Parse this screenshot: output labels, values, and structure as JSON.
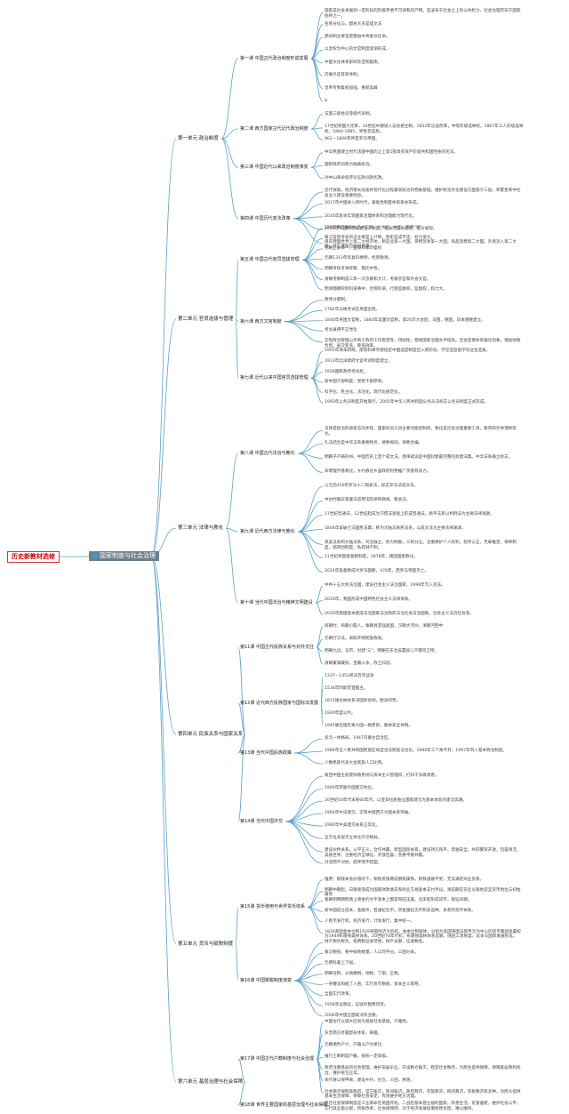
{
  "root": "历史新教材选修",
  "hub": "国家制度与社会治理",
  "units": [
    {
      "title": "第一单元 政治制度",
      "lessons": [
        {
          "title": "第一课 中国古代政治制度形成发展",
          "items": [
            "国家是社会发展到一定阶段的阶级矛盾不可调和的产物。是凌驾于社会之上的公共权力。社会治理贯穿于国家始终之一。",
            "名称分化与。郡县大夫是成文法",
            "郡县制主要官吏都由中央委派任命。",
            "以皇权为中心的文官制度逐渐形成。",
            "中国文化体系影响东亚和越南。",
            "内阁外廷等新体制。",
            "皇帝专制集权加强，重新高峰",
            "&"
          ]
        },
        {
          "title": "第二课 西方国家古代近代政治制度",
          "items": [
            "法国三级会议等级代表制。",
            "17世纪英国大宪章，14世纪中期进入议会君主制。1832年议会改革，中等阶级选举权。1867年工人阶级选举权。1884-1885，男性普选权。",
            "962—1806年神圣罗马帝国。"
          ]
        },
        {
          "title": "第三课 中国近代以来政治制度演变",
          "items": [
            "中华民国建立时代法国中国的之上第1部具有资产阶级共和国性质的宪法。",
            "国民政府训政为独裁统治。",
            "孙中山革命程序论证政训政宪政。"
          ]
        },
        {
          "title": "第四课 中国历代变法改革",
          "items": [
            "近代探索。经济增长加速并现代化过程最高统治的物质基础。维护统治文化建设方面基于三层。积累变革中社会主义建设重要经验。",
            "2017年中国进入新时代，基础性制度体系基本形成。",
            "2035年基本实现国家治理体系和治理能力现代化。",
            "2050年中国特色社会主义制度，更加巩固优越性，充分展现。",
            "目前我国世界上第二大经济体，制造业第一大国。货物贸易第一大国。商品消费第二大国。外资流入第二大国。外汇储备位居世界第一。"
          ]
        }
      ]
    },
    {
      "title": "第二单元 官员选拔与管理",
      "lessons": [
        {
          "title": "第五课 中国古代官员选拔管理",
          "items": [
            "220年曹丕推行九品中正制，大中正，中正，写评\"状\"",
            "秦汉官吏考核的法主要是上计制，到史是成不定，权力很大。",
            "元朝正录命一，监察和知识盛权",
            "元朝1313年恢复科举制，经到晚清。",
            "明朝考核考满考察，需比中等。",
            "清朝考察制度三年一次京察和大计，考察京官和外省文官。",
            "明清都察院和科道事中，合称科道，行使监察权，监督权，权力大。"
          ]
        },
        {
          "title": "第六课 西方文官制度",
          "items": [
            "政党分肥制。",
            "1782年马格考试在英国出现。",
            "1840年英国文官制，1883年美国文官制，第20次大会后，法国，德国，日本相继建立。",
            "考试录用平正党化",
            "实现政治管理公务到于政府工作稳定性，持续性，使进国家治理水平提高。且会官僚体系僵化现象，增加财政负担，层次变多，降低效率。"
          ]
        },
        {
          "title": "第七课 近代以来中国官员选拔管理",
          "items": [
            "1905年清末新政，废除科举学部指定中国选官制度迈入新阶段，学堂选官留学毕业生选拔。",
            "1913年北洋政府文官考试制度建立。",
            "1928国民政府考试权。",
            "新中国干部制度，党管干部原则。",
            "科学化，民主化，法治化，现代化规范化。",
            "1993年公务员制度开始施行，2005年中华人民共和国公务员法标志公务员制度正式形成。"
          ]
        }
      ]
    },
    {
      "title": "第三单元 法律与教化",
      "lessons": [
        {
          "title": "第八课 中国古代法治与教化",
          "items": [
            "法律是统治阶级意志的体现，国家统治工具主要功能控制权，教化是社会治理重要工具，教育和引导潜移默化。",
            "礼法结合是中华法系重要特点，德要规则。律教合编。",
            "明朝子产铸刑书，中国历史上首个成文法。唐律疏议是中国封建最完整的封建法典。中华法系确立标志。",
            "宋明理学基教化，乡约教化乡里政府利用推广宗族有效力。"
          ]
        },
        {
          "title": "第九课 近代西方法律与教化",
          "items": [
            "公元前450年罗马十二铜表法，标志罗马法成文法。",
            "中古时期日耳曼法适用法院律和教规，教会法。",
            "17世纪普通法，12世纪起成为习惯法基础上形成普通法。衡平法系以判例法为主要法律渊源。",
            "1804年拿破仑法国民法典，称为大陆法系民法系，以成文法为主要法律渊源。",
            "英美法系和大陆法系，司法独立，权力制衡，三权分立。注重保护个人权利，程序公正，无罪推定，律师制度，陪审团制度，私有财产制。",
            "11世纪英国基督教制度，1878年，德国国家教化。",
            "2024年基督教成为罗马国教，476年，西罗马帝国灭亡。"
          ]
        },
        {
          "title": "第十课 当代中国法治与精神文明建设",
          "items": [
            "中共十五大依法治国，建设社会主义法治国家，1999年写入宪法。",
            "2010年，我国形成中国特色社会主义法律体系。",
            "2035年我国基本建成法治国家法治政府法治社会法治国家。社会主义法治社会等。"
          ]
        }
      ]
    },
    {
      "title": "第四单元 民族关系与国家关系",
      "lessons": [
        {
          "title": "第11课 中国古代民族关系与对外交往",
          "items": [
            "商朝时，商朝小殷人，秦朝具首强奥国，汉朝大河州，清朝河西中",
            "元朝行汉法，采取开明民族政策。",
            "明朝九边，马市，封建\"三\"，明朝在东北设置奴儿干都司卫所。",
            "清朝蒙满藏统，宝藏斗争，改土归流。"
          ]
        },
        {
          "title": "第12课 近代西方民族国家与国际法发展",
          "items": [
            "1337—1453英法百年战争",
            "1534年阿斯堡首脑主。",
            "1815维也纳体系决国际协调，欧洲均势。",
            "1920年盟公约。",
            "1945联合国宪章大国一致原则，集体安全体制。"
          ]
        },
        {
          "title": "第13课 当代中国民族政策",
          "items": [
            "多元一体格局，1947内蒙古自治区。",
            "1984年全人民共和国民族区域自治法民族法治化。1990年三个离不开，1997年列入基本政治制度。",
            "少数民族代表大会民族人口比例。"
          ]
        },
        {
          "title": "第14课 当代中国外交",
          "items": [
            "收回中国主权废除殖民地与资本主义管理权，打扫干净再请客。",
            "1949年苏联外国建交地位。",
            "20世纪50年代末到60年代，以亚非拉族独立国家建交为基本体态的建交高潮。",
            "1964年中法建交，实现中国西方大国关系突破。",
            "1980年中美建交关系正常化。",
            "全方位多层次立体化外交格局。",
            "建设伙伴关系。公平正义，合作共赢，新型国际关系，建设持久和平，普遍安全，共同繁荣开放，包容清洁，美丽世界。注重经济全球化，开放包容，普惠平衡共赢。",
            "对话而不对抗，结伴而不结盟。"
          ]
        }
      ]
    },
    {
      "title": "第五单元 货币与赋税制度",
      "lessons": [
        {
          "title": "第15课 货币使用与世界货币体系",
          "items": [
            "惟用：铜钱本会价值的下，铜钱贵银两成钢铁属铁。铜铁通融平更，无法满足商业贸易。",
            "明朝中期起，白银逐渐成为国家财政收支和商业交易基本支付手段。清前期在农业以银地适宜货币地位与初始属性",
            "秦朝到明朝明清上德金的文字基本上都是和田玉差。北宋起形成货币，银迫早期。",
            "新中国成立成本，金融币，普通纪念币，贵金属纪念币和多品种，多系列货币体系。",
            "人民币发行权，经济发行，计划发行，集中统一。",
            "1816英国金本位制1929英国经济大危机。金本位制解体，分别为美国英国法郎界元为中心的货币集团争霸权为1944布雷顿森林体系。20世纪70年代初，布雷顿森林体系瓦解，随后工具制度，竞争与国际发展形成。"
          ]
        },
        {
          "title": "第16课 中国赋税制度演变",
          "items": [
            "财产税负税负，拓费税征收范围，财产总额，征收税名。",
            "秦汉税役，要中按地数量，人口均平分。三国分本。",
            "元明科差上下层。",
            "明朝征税，分类缴税，地税，丁银，正税。",
            "一条鞭法和摊丁入亩，实行货币税收，资本主义萌芽。",
            "全国实行改革。",
            "1958农业税征，征收的税费均等。",
            "2006年中国全面取消农业税。"
          ]
        }
      ]
    },
    {
      "title": "第六单元 基层治理与社会保障",
      "lessons": [
        {
          "title": "第17课 中国古代户籍制度与社会治理",
          "items": [
            "中国古代以城乡区划为基层社会基础，户籍地。",
            "东晋南方侨置郡县体系，黄籍。",
            "元朝诸色户计，户籍以户为单位",
            "推行土断制度户籍，按照一定等级。",
            "政府注重基层的社会管理，维护安居乐业，开设粮仓赈灾，稳定社会秩序，为民生提供保障，保障基层政权统治，维护统治正常。",
            "宋代将以保甲来，建设乡约，社仓，义田，慈善。",
            "社会救济保民族政府，官方赈灾，民间赈济。政府救济，宗族救济，民间救济，宗教救济等多种，为民众提供基本生活保障，保障社会安定，有效维护地方治理。"
          ]
        },
        {
          "title": "第18课 世界主要国家的基层治理与社会保障",
          "items": [
            "现在社会保障制度是工业革命在英国开始，二战后基本建立福利国家。改善生活，贫富差距，维护社会公平，实行就业再分配，积极改革，社会保障网，对于经济发展加重财政负担，难以维持。"
          ]
        }
      ]
    }
  ],
  "colors": {
    "line": "#5aa0c8",
    "root_border": "#d33",
    "hub_bg": "#6f7f8a",
    "hub_marker": "#2ea3d9"
  }
}
